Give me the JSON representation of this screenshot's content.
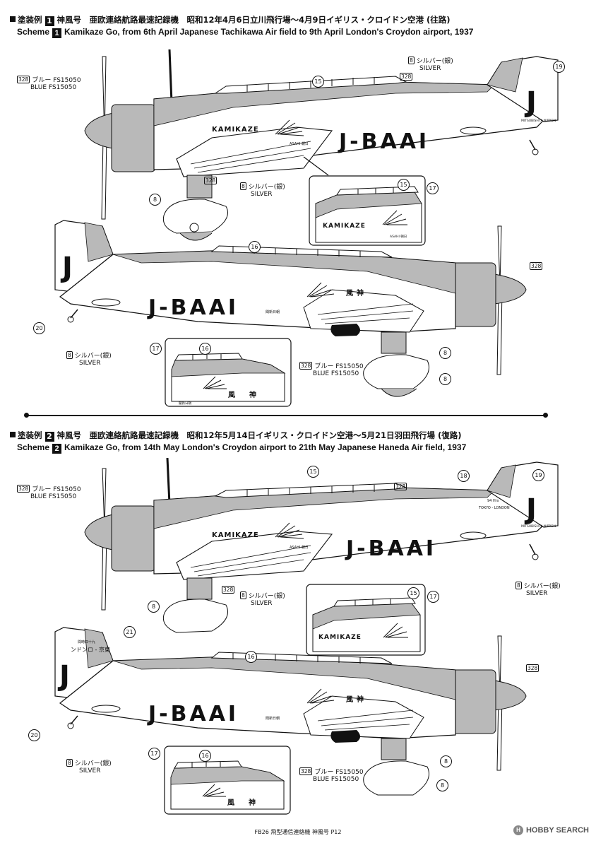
{
  "schemes": [
    {
      "id": "1",
      "title_ja": "塗装例",
      "desc_ja": "神風号　亜欧連絡航路最速記録機　昭和12年4月6日立川飛行場〜4月9日イギリス・クロイドン空港 (往路)",
      "title_en": "Scheme",
      "desc_en": "Kamikaze Go, from 6th April Japanese Tachikawa Air field to 9th April  London's Croydon airport, 1937"
    },
    {
      "id": "2",
      "title_ja": "塗装例",
      "desc_ja": "神風号　亜欧連絡航路最速記録機　昭和12年5月14日イギリス・クロイドン空港〜5月21日羽田飛行場 (復路)",
      "title_en": "Scheme",
      "desc_en": "Kamikaze Go, from 14th May London's Croydon airport to 21th May  Japanese Haneda Air field, 1937"
    }
  ],
  "paint": {
    "code_blue": "328",
    "blue_ja": "ブルー FS15050",
    "blue_en": "BLUE FS15050",
    "code_silver": "8",
    "silver_ja": "シルバー(銀)",
    "silver_en": "SILVER"
  },
  "callouts": {
    "c15": "15",
    "c16": "16",
    "c17": "17",
    "c18": "18",
    "c19": "19",
    "c20": "20",
    "c21": "21",
    "c8": "8",
    "c328": "328"
  },
  "markings": {
    "registration": "J-BAAI",
    "tail_letter": "J",
    "name_latin": "KAMIKAZE",
    "name_kanji_1": "風",
    "name_kanji_2": "神",
    "asahi": "ASAHI 朝日",
    "maker": "MITSUBISHI A NIPPON",
    "route_top": "94 Hrs",
    "route_en": "TOKYO - LONDON",
    "route_ja": "ンドンロ - 京東",
    "route_ja_small": "間時四十九",
    "newspaper": "聞新日朝"
  },
  "footer": {
    "text": "FB26 飛型通信連絡機 神風号 P12",
    "watermark": "HOBBY SEARCH"
  },
  "colors": {
    "ink": "#111111",
    "blue_fill": "#b9b9b9",
    "silver_fill": "#ffffff"
  }
}
